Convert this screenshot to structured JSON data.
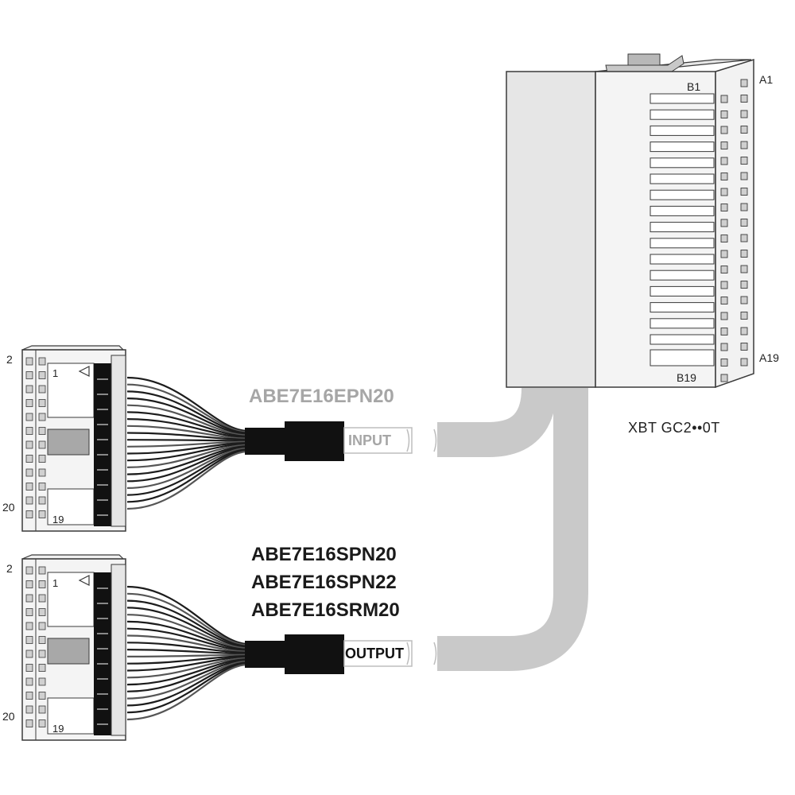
{
  "module": {
    "model": "XBT GC2••0T",
    "pin_labels": {
      "a_first": "A1",
      "a_last": "A19",
      "b_first": "B1",
      "b_last": "B19"
    }
  },
  "input_cable": {
    "part_numbers": [
      "ABE7E16EPN20"
    ],
    "tag": "INPUT",
    "connector": {
      "pin_top_outer": "2",
      "pin_top_inner": "1",
      "pin_bottom_outer": "20",
      "pin_bottom_inner": "19"
    }
  },
  "output_cable": {
    "part_numbers": [
      "ABE7E16SPN20",
      "ABE7E16SPN22",
      "ABE7E16SRM20"
    ],
    "tag": "OUTPUT",
    "connector": {
      "pin_top_outer": "2",
      "pin_top_inner": "1",
      "pin_bottom_outer": "20",
      "pin_bottom_inner": "19"
    }
  },
  "colors": {
    "cable": "#c9c9c9",
    "housing": "#e6e6e6",
    "housing_dark": "#d2d2d2",
    "outline": "#3a3a3a",
    "sleeve": "#111111",
    "input_text": "#a6a6a6",
    "output_text": "#1a1a1a"
  }
}
